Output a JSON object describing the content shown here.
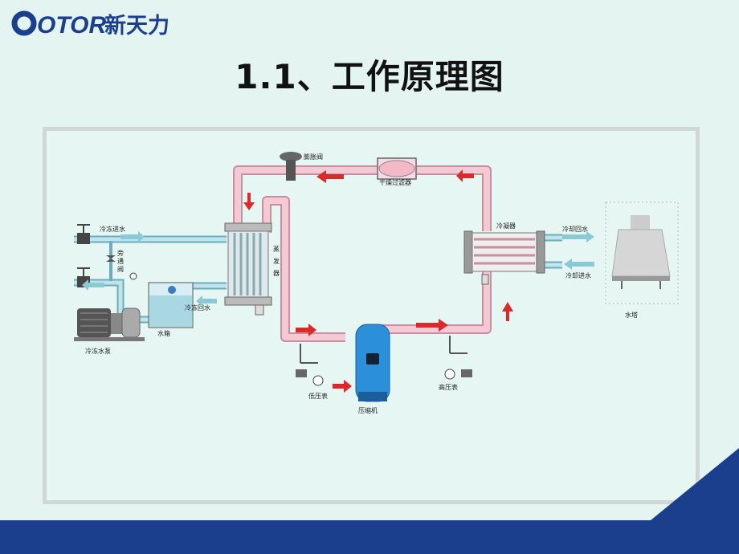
{
  "logo": {
    "brand": "OTOR",
    "cn": "新天力"
  },
  "title": "1.1、工作原理图",
  "diagram": {
    "expansion_valve": "膨胀阀",
    "dryer_filter": "干燥过滤器",
    "chilled_in": "冷冻进水",
    "bypass_1": "旁",
    "bypass_2": "通",
    "bypass_3": "阀",
    "evap_1": "蒸",
    "evap_2": "发",
    "evap_3": "器",
    "chilled_return": "冷冻回水",
    "water_tank": "水箱",
    "chilled_pump": "冷冻水泵",
    "condenser": "冷凝器",
    "cooling_return": "冷却回水",
    "cooling_in": "冷却进水",
    "tower": "水塔",
    "low_gauge": "低压表",
    "compressor": "压缩机",
    "high_gauge": "高压表"
  },
  "colors": {
    "background": "#e3f4f1",
    "footer": "#1b3f8c",
    "pipe_pink": "#f3c9d4",
    "water_blue": "#7fc2cf",
    "flow_red": "#d92b2b",
    "compressor": "#2b8fd9"
  }
}
